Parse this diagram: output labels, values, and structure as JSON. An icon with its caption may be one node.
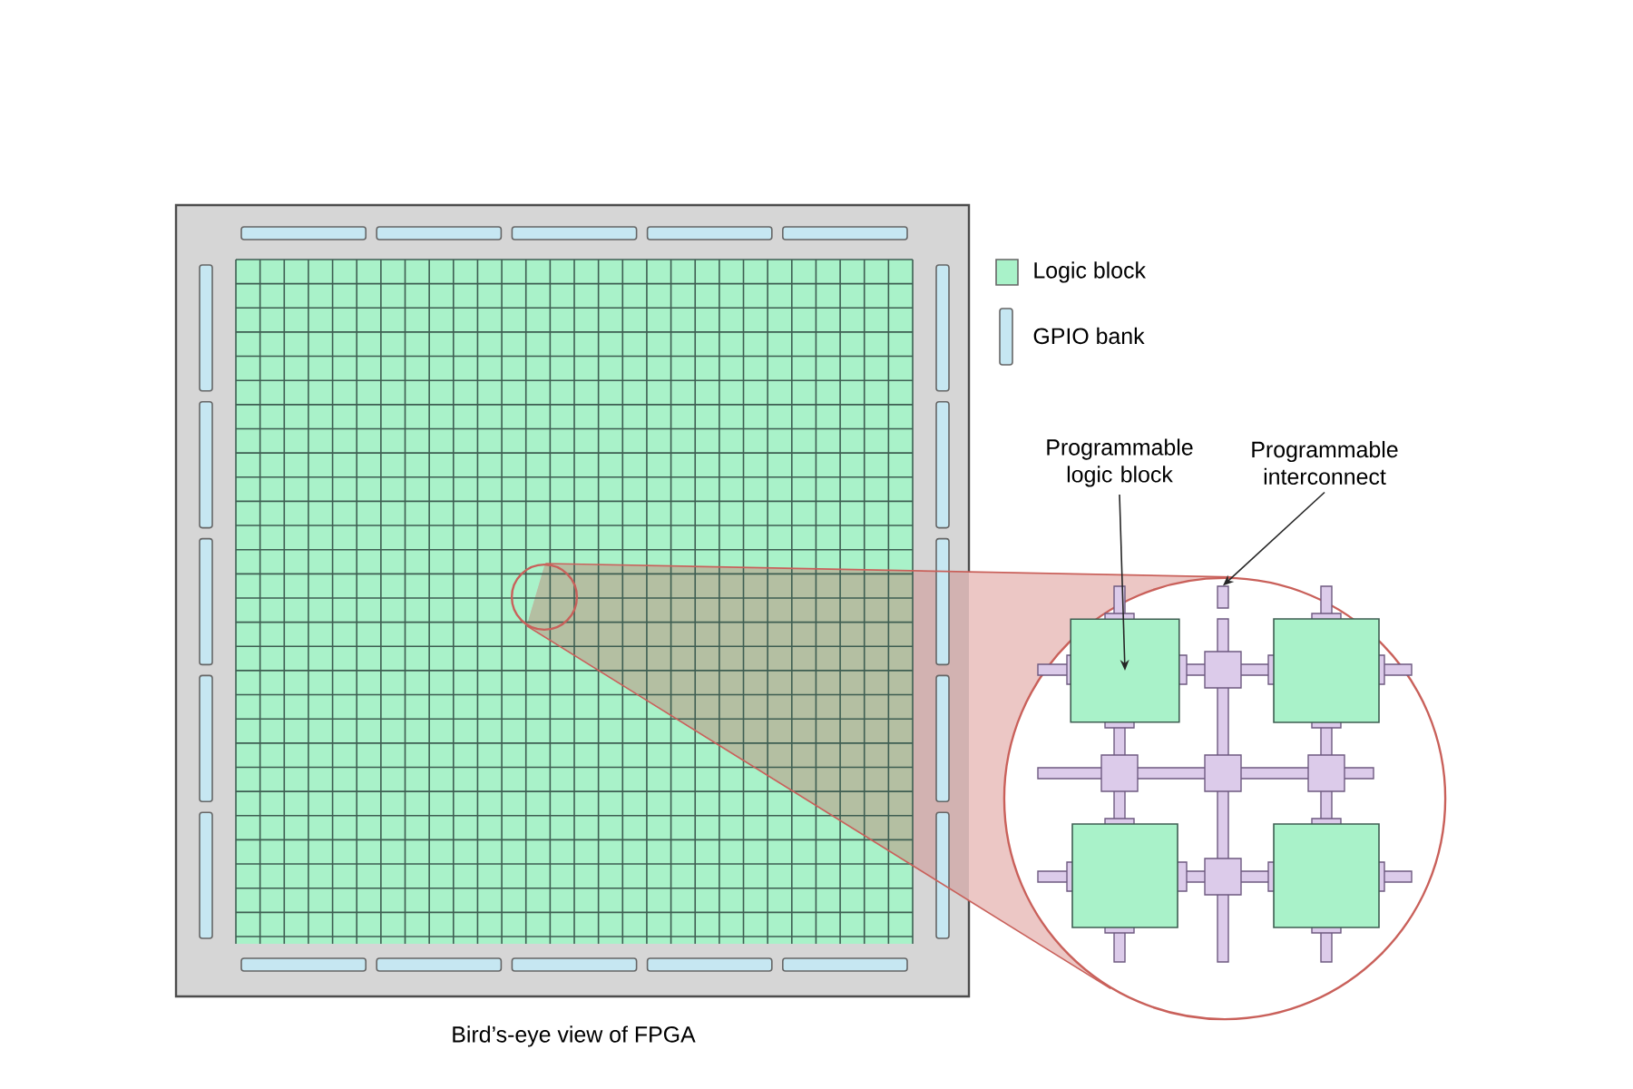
{
  "diagram": {
    "caption": "Bird’s-eye view of FPGA",
    "nodes": [
      {
        "text": [],
        "shape": "circle"
      },
      {
        "text": [],
        "shape": "circle"
      },
      {
        "text": [
          "Programmable logic block"
        ]
      },
      {
        "text": [],
        "shape": "box",
        "in": 1
      },
      {
        "text": [
          "Programmable interconnect"
        ]
      },
      {
        "text": [],
        "shape": "bar",
        "in": 1
      }
    ],
    "edges": [
      {
        "from": 0,
        "to": 1,
        "arrow": "none"
      },
      {
        "from": 0,
        "to": 1,
        "arrow": "none"
      },
      {
        "from": 2,
        "to": 3,
        "arrow": "to",
        "color": "#262626"
      },
      {
        "from": 4,
        "to": 5,
        "arrow": "to",
        "color": "#262626"
      }
    ],
    "legend": [
      {
        "text": "Logic block",
        "color": "#a9f2c9"
      },
      {
        "text": "GPIO bank",
        "color": "#c6e7f2"
      }
    ]
  }
}
